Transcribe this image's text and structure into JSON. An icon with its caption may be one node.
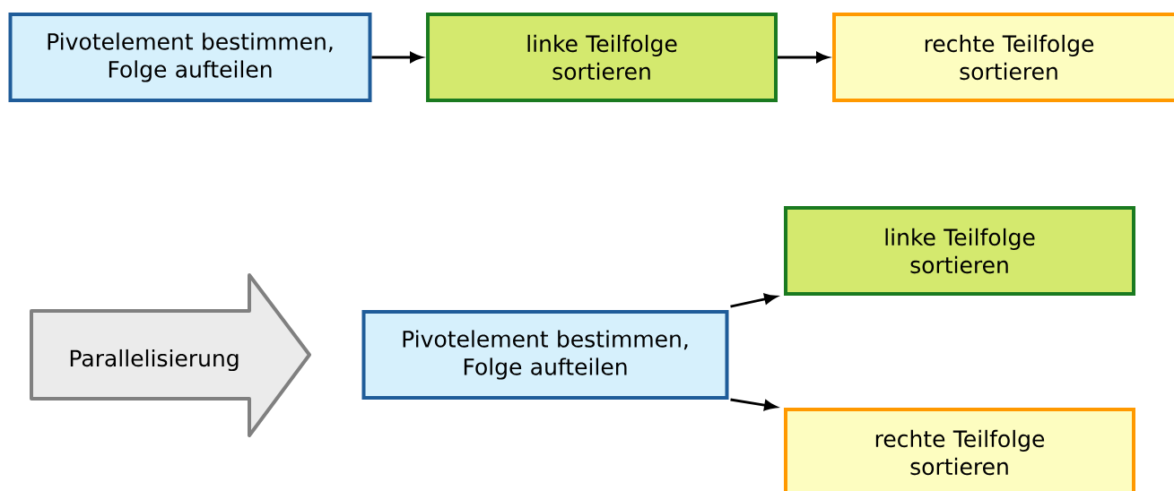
{
  "diagram": {
    "nodes": [
      {
        "text": [
          "Pivotelement bestimmen, Folge aufteilen"
        ]
      },
      {
        "text": [
          "linke Teilfolge sortieren"
        ]
      },
      {
        "text": [
          "rechte Teilfolge sortieren"
        ]
      },
      {
        "text": [
          "Parallelisierung"
        ]
      },
      {
        "text": [
          "Pivotelement bestimmen, Folge aufteilen"
        ]
      },
      {
        "text": [
          "linke Teilfolge sortieren"
        ]
      },
      {
        "text": [
          "rechte Teilfolge sortieren"
        ]
      }
    ],
    "edges": [
      {
        "from": 0,
        "to": 1,
        "arrow": "to"
      },
      {
        "from": 1,
        "to": 2,
        "arrow": "to"
      },
      {
        "from": 4,
        "to": 5,
        "arrow": "to"
      },
      {
        "from": 4,
        "to": 6,
        "arrow": "to"
      }
    ]
  }
}
